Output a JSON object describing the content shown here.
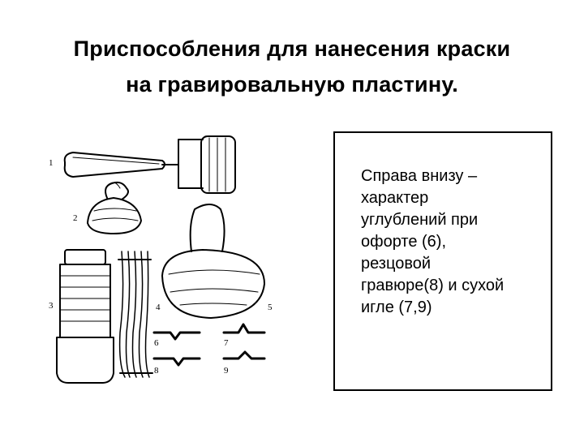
{
  "slide": {
    "title_line1": "Приспособления для нанесения краски",
    "title_line2": "на гравировальную пластину.",
    "caption": "Справа внизу –\nхарактер\nуглублений при\nофорте (6),\nрезцовой\nгравюре(8) и сухой\nигле (7,9)"
  },
  "figure": {
    "labels": [
      "1",
      "2",
      "3",
      "4",
      "5",
      "6",
      "7",
      "8",
      "9"
    ],
    "ink_color": "#000000"
  }
}
